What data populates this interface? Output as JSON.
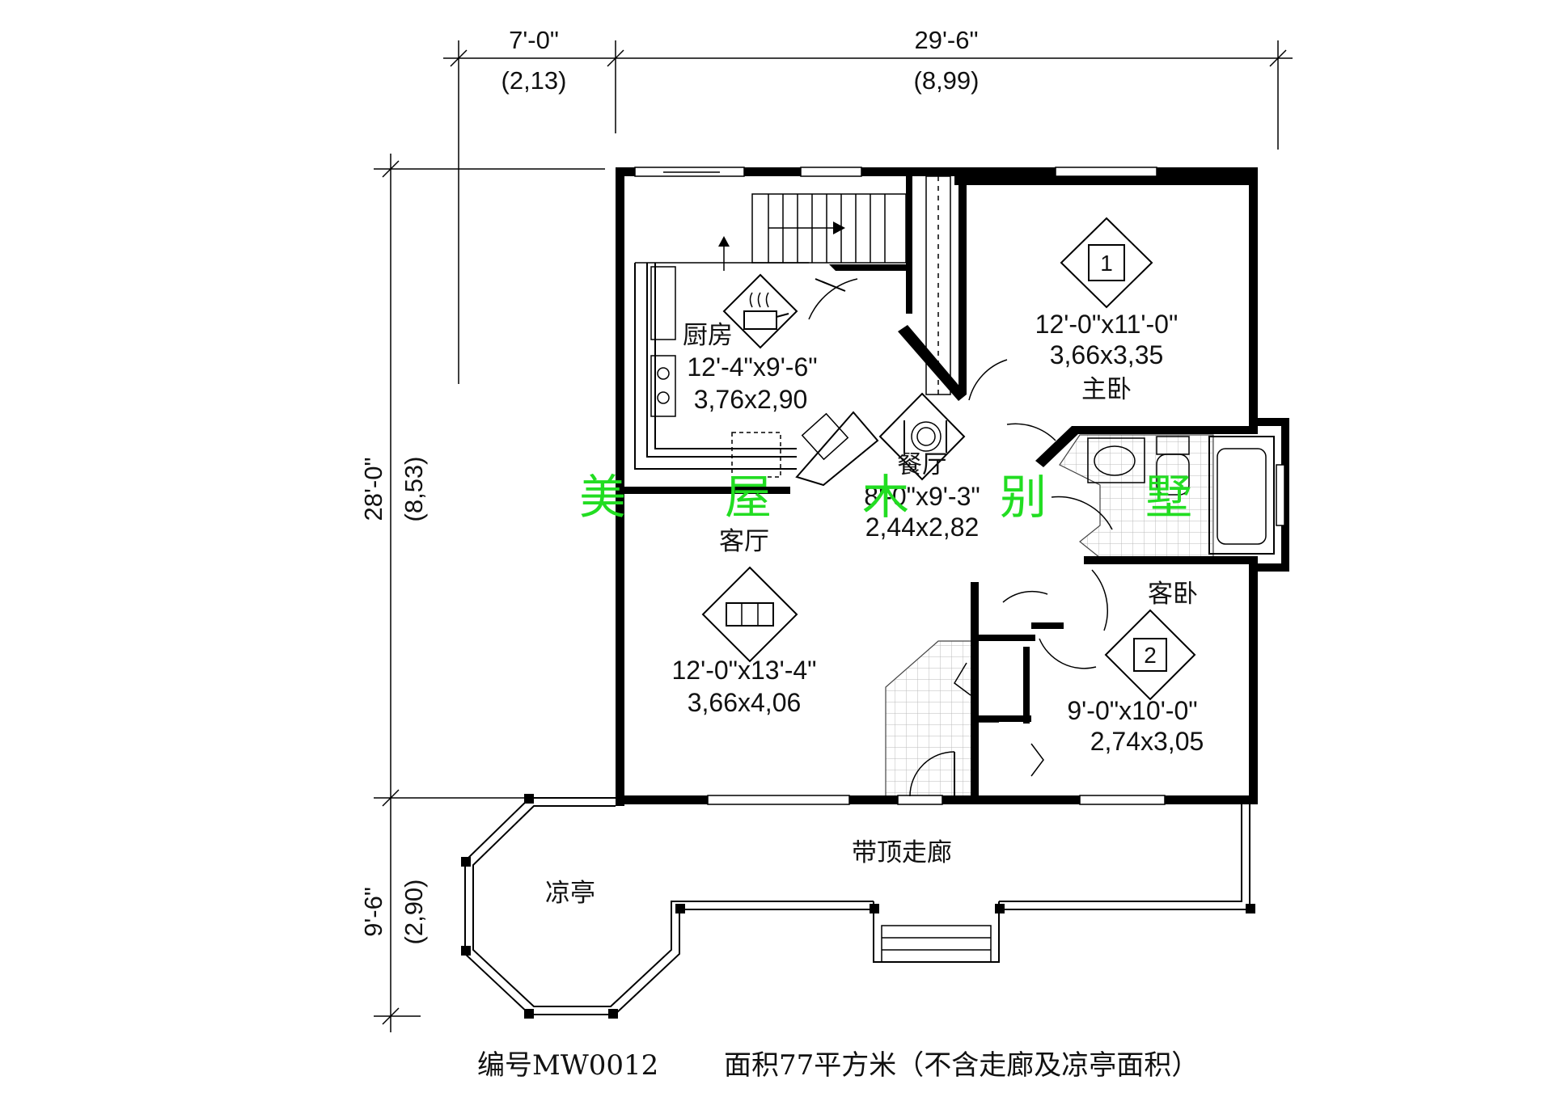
{
  "dimensions": {
    "top_left_ft": "7'-0\"",
    "top_left_m": "(2,13)",
    "top_right_ft": "29'-6\"",
    "top_right_m": "(8,99)",
    "left_main_ft": "28'-0\"",
    "left_main_m": "(8,53)",
    "left_porch_ft": "9'-6\"",
    "left_porch_m": "(2,90)"
  },
  "rooms": {
    "kitchen": {
      "name": "厨房",
      "size_ft": "12'-4\"x9'-6\"",
      "size_m": "3,76x2,90",
      "icon": "cooking-pot-icon"
    },
    "dining": {
      "name": "餐厅",
      "size_ft": "8'-0\"x9'-3\"",
      "size_m": "2,44x2,82",
      "icon": "dining-plate-icon"
    },
    "living": {
      "name": "客厅",
      "size_ft": "12'-0\"x13'-4\"",
      "size_m": "3,66x4,06",
      "icon": "sofa-icon"
    },
    "master": {
      "name": "主卧",
      "size_ft": "12'-0\"x11'-0\"",
      "size_m": "3,66x3,35",
      "icon": "bed-icon",
      "number": "1"
    },
    "guest": {
      "name": "客卧",
      "size_ft": "9'-0\"x10'-0\"",
      "size_m": "2,74x3,05",
      "icon": "bed-icon",
      "number": "2"
    },
    "porch": {
      "name": "带顶走廊"
    },
    "gazebo": {
      "name": "凉亭"
    }
  },
  "watermark": [
    "美",
    "屋",
    "木",
    "别",
    "墅"
  ],
  "footer": {
    "code": "编号MW0012",
    "area": "面积77平方米（不含走廊及凉亭面积）"
  },
  "colors": {
    "watermark": "#22dd22",
    "lines": "#000000"
  }
}
